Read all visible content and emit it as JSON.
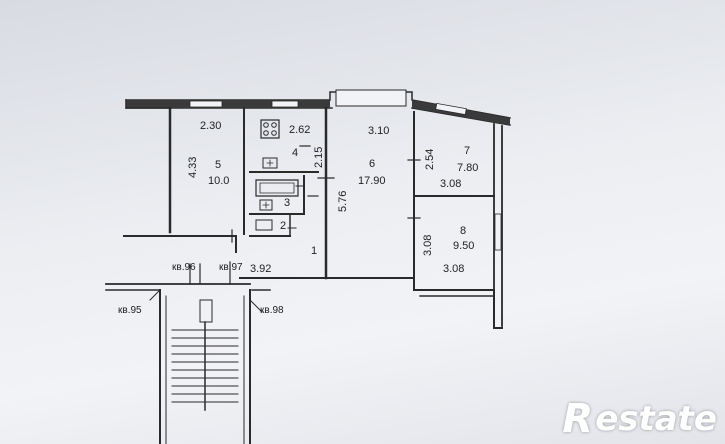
{
  "rooms": [
    {
      "id": "1",
      "area": ""
    },
    {
      "id": "2",
      "area": ""
    },
    {
      "id": "3",
      "area": ""
    },
    {
      "id": "4",
      "area": ""
    },
    {
      "id": "5",
      "area": "10.0"
    },
    {
      "id": "6",
      "area": "17.90"
    },
    {
      "id": "7",
      "area": "7.80"
    },
    {
      "id": "8",
      "area": "9.50"
    }
  ],
  "dimensions": [
    "2.30",
    "4.33",
    "2.62",
    "2.15",
    "3.10",
    "5.76",
    "2.54",
    "3.08",
    "3.08",
    "3.08",
    "3.92"
  ],
  "neighbors": [
    "кв.96",
    "кв.97",
    "кв.95",
    "кв.98"
  ],
  "watermark": {
    "logo_letter": "R",
    "text": "estate"
  }
}
